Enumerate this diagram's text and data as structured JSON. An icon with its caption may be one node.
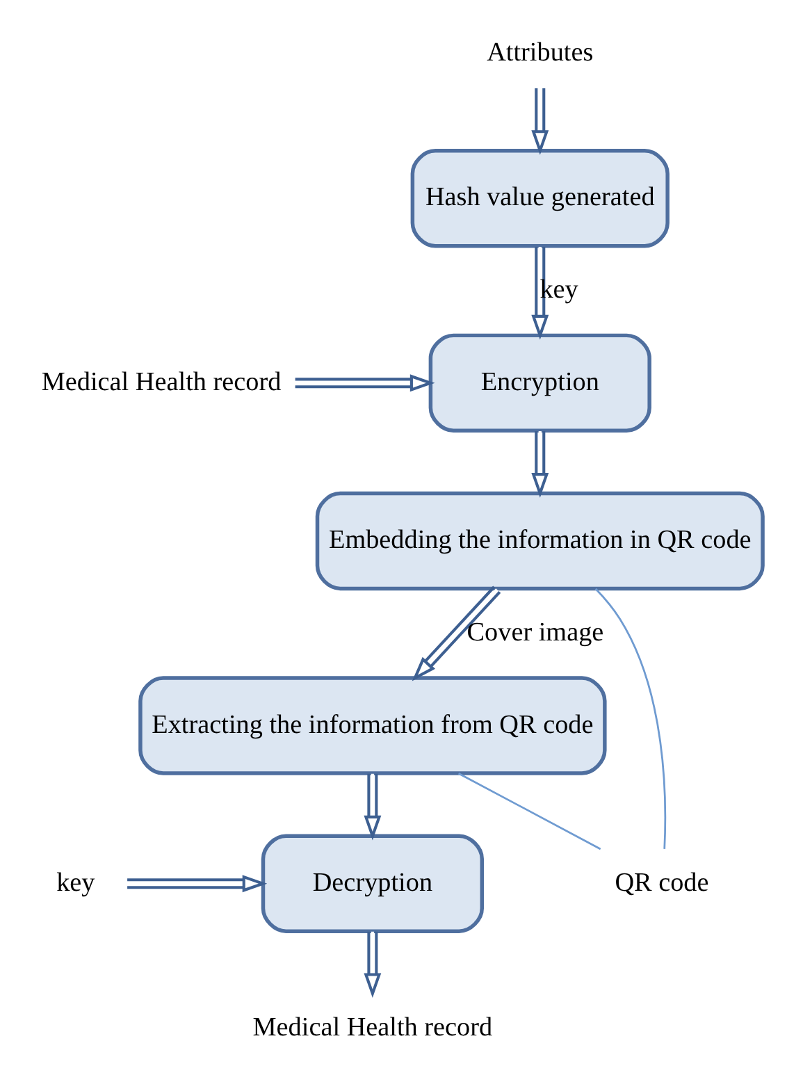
{
  "diagram": {
    "nodes": [
      {
        "text": [
          "Attributes"
        ]
      },
      {
        "text": [
          "Hash value generated"
        ]
      },
      {
        "text": [
          "Encryption"
        ]
      },
      {
        "text": [
          "Medical Health record"
        ]
      },
      {
        "text": [
          "Embedding the information in QR code"
        ]
      },
      {
        "text": [
          "Extracting the information from QR code"
        ]
      },
      {
        "text": [
          "Decryption"
        ]
      },
      {
        "text": [
          "key"
        ]
      },
      {
        "text": [
          "Medical Health record"
        ]
      },
      {
        "text": [
          "QR code"
        ]
      }
    ],
    "edges": [
      {
        "from": 0,
        "to": 1,
        "arrow": "to"
      },
      {
        "from": 1,
        "to": 2,
        "arrow": "to",
        "label": "key"
      },
      {
        "from": 3,
        "to": 2,
        "arrow": "to"
      },
      {
        "from": 2,
        "to": 4,
        "arrow": "to"
      },
      {
        "from": 4,
        "to": 5,
        "arrow": "to",
        "label": "Cover image"
      },
      {
        "from": 5,
        "to": 6,
        "arrow": "to"
      },
      {
        "from": 7,
        "to": 6,
        "arrow": "to"
      },
      {
        "from": 6,
        "to": 8,
        "arrow": "to"
      },
      {
        "from": 4,
        "to": 9,
        "arrow": "none",
        "color": "#6f9bd1"
      },
      {
        "from": 5,
        "to": 9,
        "arrow": "none",
        "color": "#6f9bd1"
      }
    ]
  }
}
